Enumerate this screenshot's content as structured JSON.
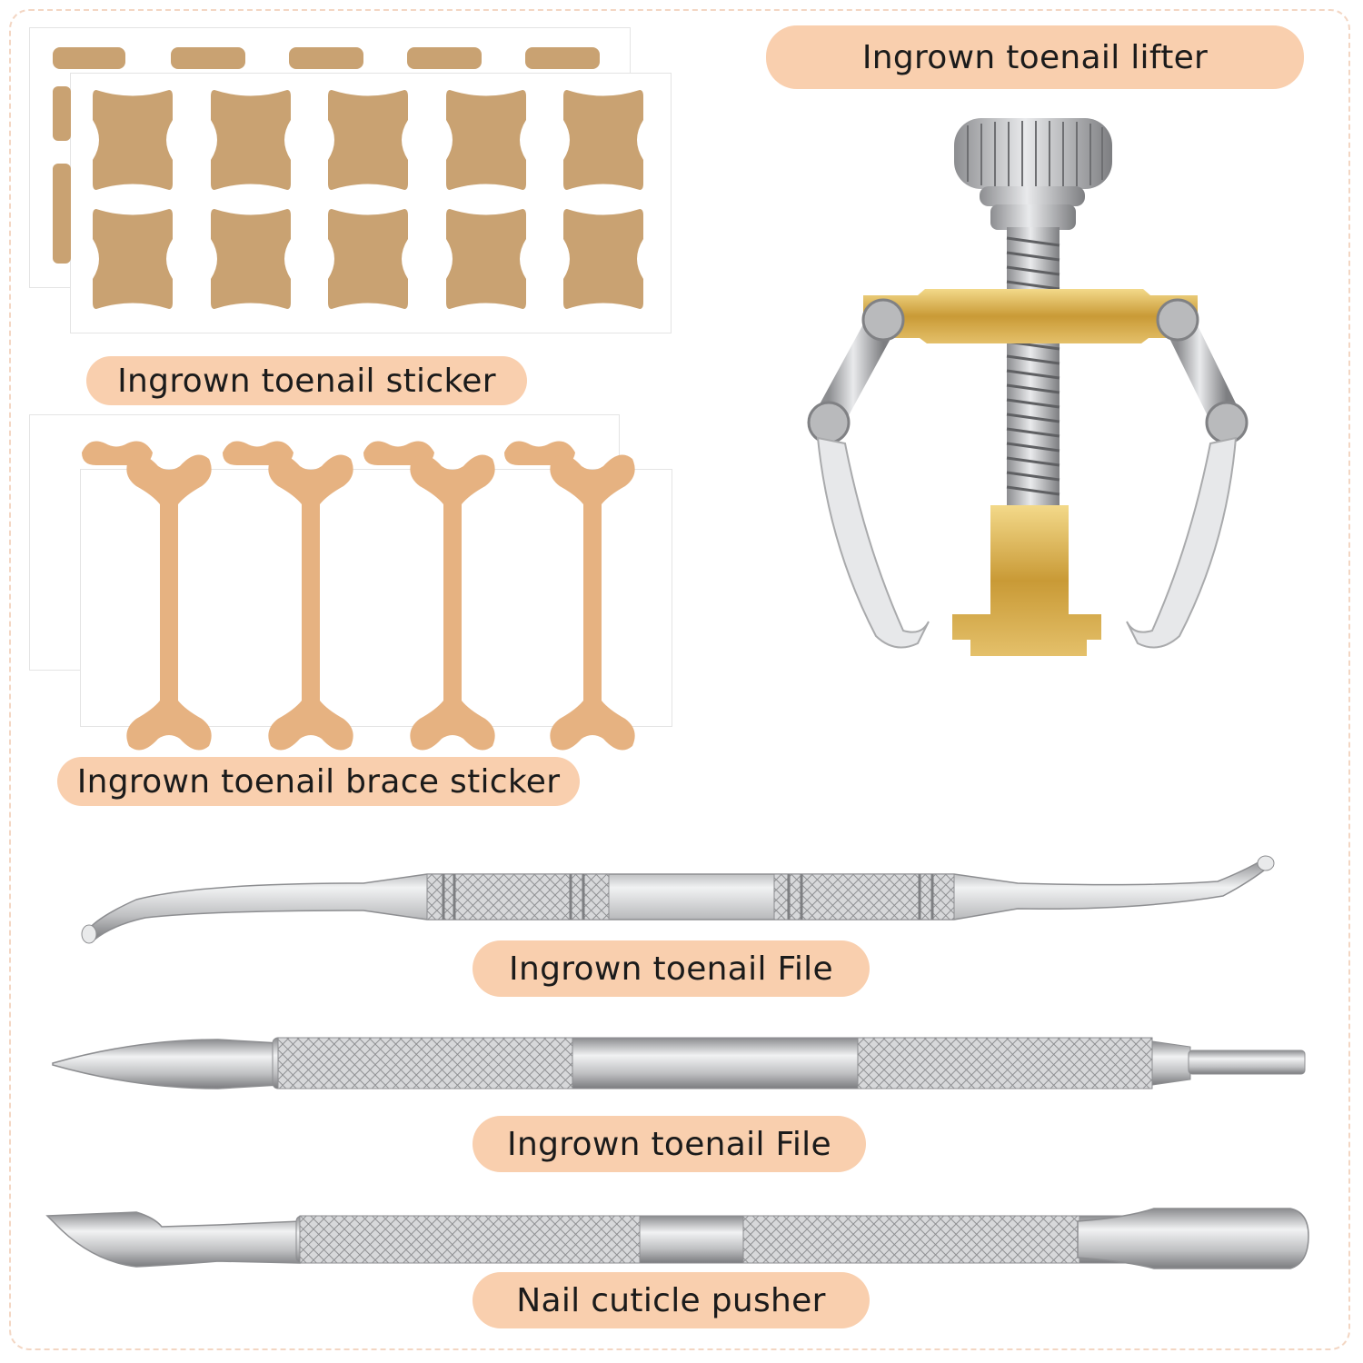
{
  "labels": {
    "lifter": "Ingrown toenail lifter",
    "sticker": "Ingrown toenail sticker",
    "brace_sticker": "Ingrown toenail brace sticker",
    "file_1": "Ingrown toenail File",
    "file_2": "Ingrown toenail File",
    "pusher": "Nail cuticle pusher"
  },
  "colors": {
    "label_bg": "#f9cfae",
    "pad_tan": "#c9a272",
    "brace_tan": "#e6b281",
    "gold": "#d3a94a",
    "steel": "#c9cacc"
  },
  "icons": {
    "sticker_pad": "bow-tie-pad-icon",
    "brace_pad": "bone-shaped-brace-icon",
    "lifter": "toenail-lifter-tool-icon",
    "file": "double-ended-file-icon",
    "pusher": "cuticle-pusher-icon"
  },
  "counts": {
    "sticker_pads_per_sheet": 10,
    "brace_stickers_per_sheet": 4
  }
}
